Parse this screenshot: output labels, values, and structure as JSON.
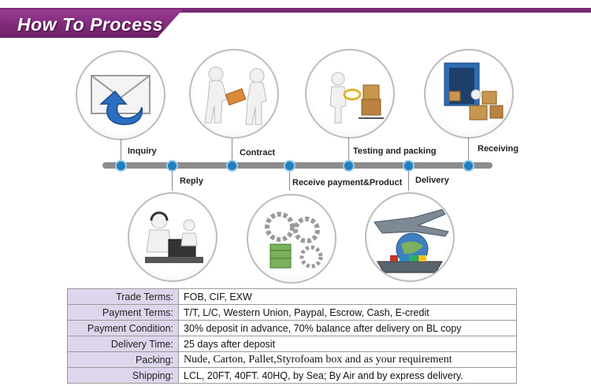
{
  "header": {
    "title": "How To Process"
  },
  "steps": [
    {
      "label": "Inquiry"
    },
    {
      "label": "Reply"
    },
    {
      "label": "Contract"
    },
    {
      "label": "Receive payment&Product"
    },
    {
      "label": "Testing and packing"
    },
    {
      "label": "Delivery"
    },
    {
      "label": "Receiving"
    }
  ],
  "terms": [
    {
      "key": "Trade Terms:",
      "value": "FOB, CIF, EXW"
    },
    {
      "key": "Payment Terms:",
      "value": "T/T, L/C, Western Union, Paypal, Escrow, Cash, E-credit"
    },
    {
      "key": "Payment Condition:",
      "value": "30% deposit in advance, 70% balance after delivery on BL copy"
    },
    {
      "key": "Delivery Time:",
      "value": "25 days after deposit"
    },
    {
      "key": "Packing:",
      "value": "Nude, Carton, Pallet,Styrofoam box and as your requirement"
    },
    {
      "key": "Shipping:",
      "value": "LCL, 20FT, 40FT. 40HQ, by Sea; By Air and by express delivery."
    }
  ],
  "icons": [
    "envelope-reply-icon",
    "handshake-contract-icon",
    "testing-packing-icon",
    "container-receiving-icon",
    "call-center-icon",
    "payment-gears-icon",
    "delivery-transport-icon"
  ]
}
